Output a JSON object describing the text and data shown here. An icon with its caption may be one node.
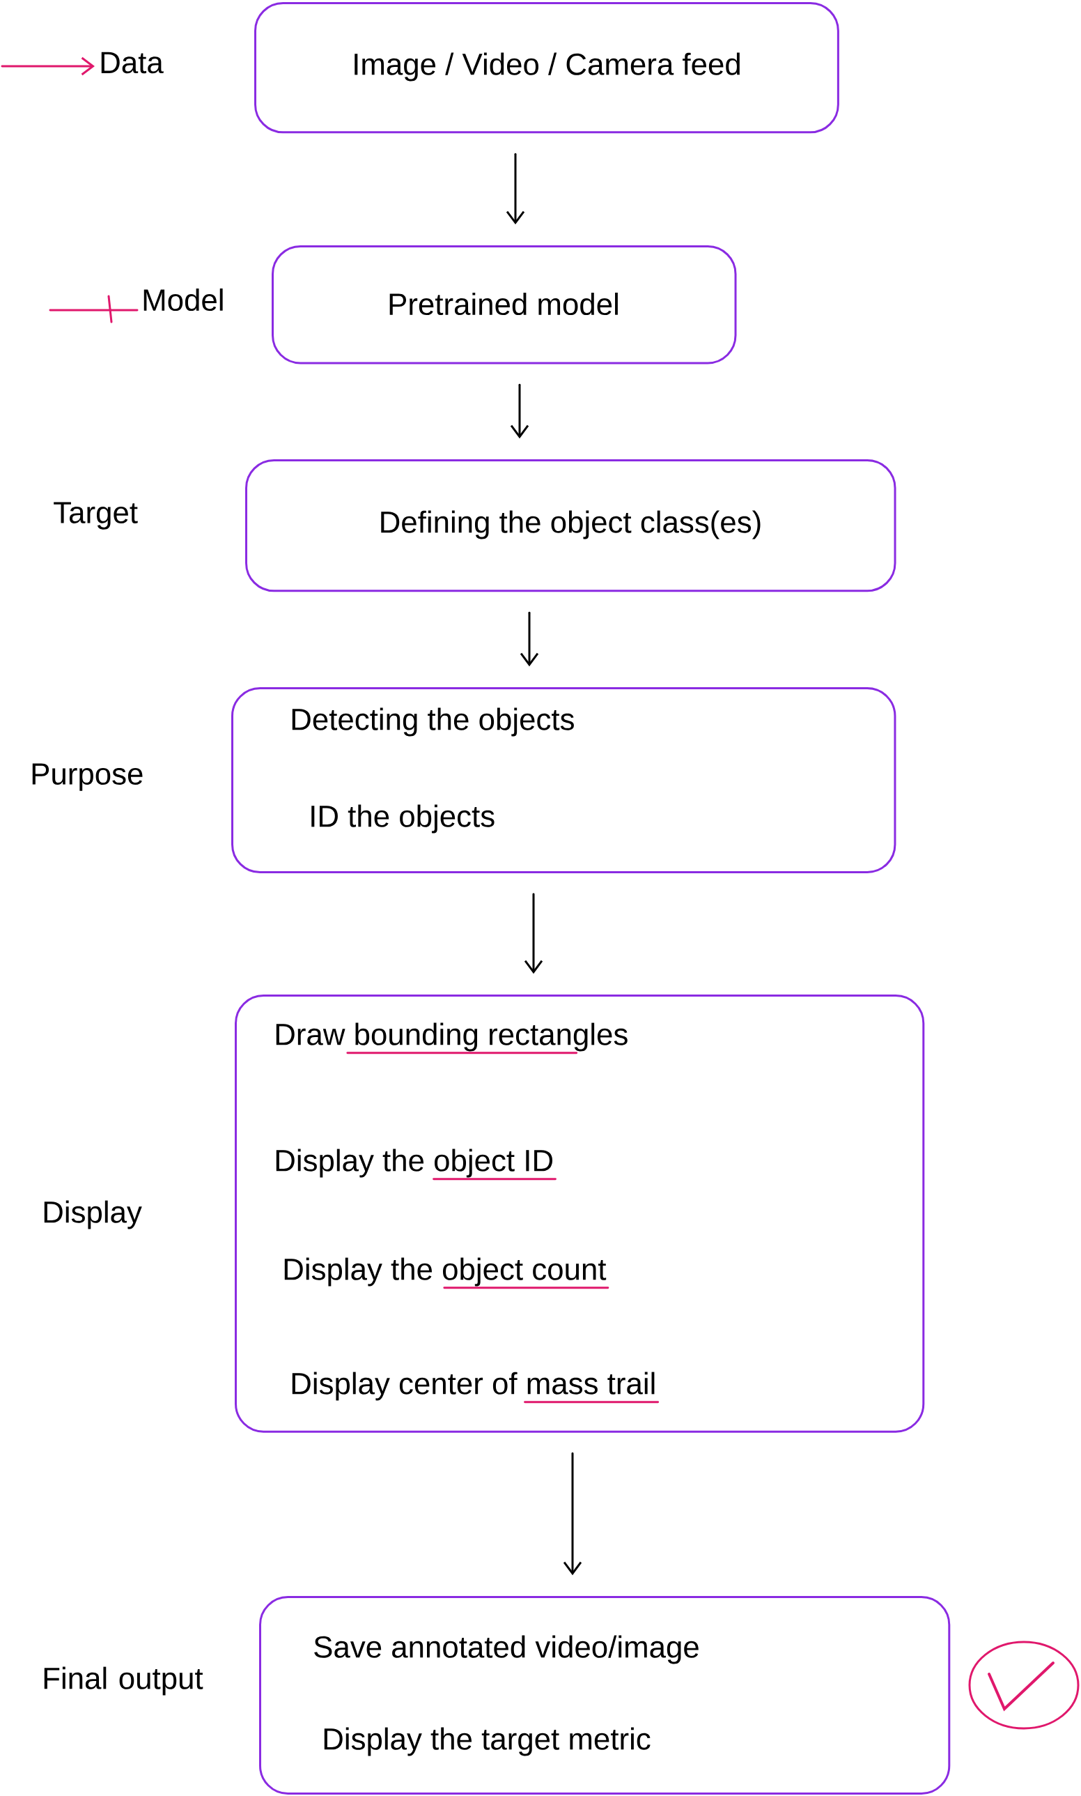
{
  "diagram": {
    "nodes": [
      {
        "text": [
          "Data"
        ]
      },
      {
        "text": [
          "Image / Video / Camera feed"
        ]
      },
      {
        "text": [
          "Model"
        ]
      },
      {
        "text": [
          "Pretrained model"
        ]
      },
      {
        "text": [
          "Defining the object class(es)"
        ]
      },
      {
        "text": [
          "Detecting the objects",
          "ID the objects"
        ]
      },
      {
        "text": [
          "Draw bounding rectangles",
          "Display the object ID",
          "Display the object count",
          "Display center of mass trail"
        ]
      },
      {
        "text": [
          "Save annotated video/image",
          "Display the target metric"
        ]
      }
    ],
    "edges": [
      {
        "from": null,
        "to": 0,
        "arrow": "to",
        "color": "#e0186c"
      },
      {
        "from": null,
        "to": 2,
        "arrow": "none",
        "color": "#e0186c"
      },
      {
        "from": 1,
        "to": 3,
        "arrow": "to"
      },
      {
        "from": 3,
        "to": 4,
        "arrow": "to"
      },
      {
        "from": 4,
        "to": 5,
        "arrow": "to"
      },
      {
        "from": 5,
        "to": 6,
        "arrow": "to"
      },
      {
        "from": 6,
        "to": 7,
        "arrow": "to"
      }
    ],
    "labels": [
      "Target",
      "Purpose",
      "Display",
      "Final output"
    ]
  }
}
